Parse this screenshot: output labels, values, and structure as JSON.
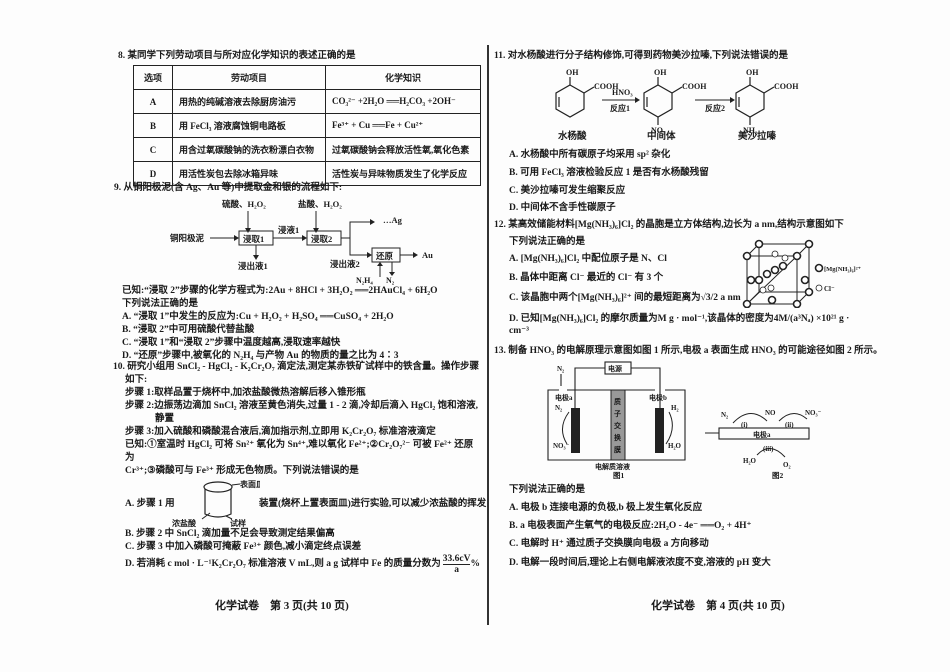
{
  "left": {
    "q8": {
      "title": "8. 某同学下列劳动项目与所对应化学知识的表述正确的是",
      "headers": [
        "选项",
        "劳动项目",
        "化学知识"
      ],
      "rows": [
        [
          "A",
          "用热的纯碱溶液去除厨房油污",
          "CO₃²⁻ +2H₂O ══H₂CO₃ +2OH⁻"
        ],
        [
          "B",
          "用 FeCl₃ 溶液腐蚀铜电路板",
          "Fe³⁺ + Cu ══Fe + Cu²⁺"
        ],
        [
          "C",
          "用含过氧碳酸钠的洗衣粉漂白衣物",
          "过氧碳酸钠会释放活性氧,氧化色素"
        ],
        [
          "D",
          "用活性炭包去除冰箱异味",
          "活性炭与异味物质发生了化学反应"
        ]
      ]
    },
    "q9": {
      "title": "9. 从铜阳极泥(含 Ag、Au 等)中提取金和银的流程如下:",
      "flow": {
        "reagent1": "硫酸、H₂O₂",
        "reagent2": "盐酸、H₂O₂",
        "start": "铜阳极泥",
        "box1": "浸取1",
        "liquid1": "浸液1",
        "box2": "浸取2",
        "ag": "…Ag",
        "out1": "浸出液1",
        "out2": "浸出液2",
        "box3": "还原",
        "au": "Au",
        "n2h4": "N₂H₄",
        "n2": "N₂"
      },
      "known": "已知:“浸取 2”步骤的化学方程式为:2Au + 8HCl + 3H₂O₂ ══2HAuCl₄ + 6H₂O",
      "prompt": "下列说法正确的是",
      "options": [
        "A. “浸取 1”中发生的反应为:Cu + H₂O₂ + H₂SO₄ ══CuSO₄ + 2H₂O",
        "B. “浸取 2”中可用硫酸代替盐酸",
        "C. “浸取 1”和“浸取 2”步骤中温度越高,浸取速率越快",
        "D. “还原”步骤中,被氧化的 N₂H₄ 与产物 Au 的物质的量之比为 4∶3"
      ]
    },
    "q10": {
      "title": "10. 研究小组用 SnCl₂ - HgCl₂ - K₂Cr₂O₇ 滴定法,测定某赤铁矿试样中的铁含量。操作步骤",
      "title2": "如下:",
      "step1": "步骤 1:取样品置于烧杯中,加浓盐酸微热溶解后移入锥形瓶",
      "step2": "步骤 2:边振荡边滴加 SnCl₂ 溶液至黄色消失,过量 1 - 2 滴,冷却后滴入 HgCl₂ 饱和溶液,",
      "step2b": "静置",
      "step3": "步骤 3:加入硫酸和磷酸混合液后,滴加指示剂,立即用 K₂Cr₂O₇ 标准溶液滴定",
      "known": "已知:①室温时 HgCl₂ 可将 Sn²⁺ 氧化为 Sn⁴⁺,难以氧化 Fe²⁺;②Cr₂O₇²⁻ 可被 Fe²⁺ 还原为",
      "known2": "Cr³⁺;③磷酸可与 Fe³⁺ 形成无色物质。下列说法错误的是",
      "beaker": {
        "top": "表面皿",
        "acid": "浓盐酸",
        "sample": "试样"
      },
      "optA1": "A. 步骤 1 用",
      "optA2": "装置(烧杯上置表面皿)进行实验,可以减少浓盐酸的挥发",
      "optB": "B. 步骤 2 中 SnCl₂ 滴加量不足会导致测定结果偏高",
      "optC": "C. 步骤 3 中加入磷酸可掩蔽 Fe³⁺ 颜色,减小滴定终点误差",
      "optD": "D. 若消耗 c mol · L⁻¹K₂Cr₂O₇ 标准溶液 V mL,则 a g 试样中 Fe 的质量分数为",
      "optD_num": "33.6cV",
      "optD_den": "a",
      "optD_unit": "%"
    },
    "footer": "化学试卷　第 3 页(共 10 页)"
  },
  "right": {
    "q11": {
      "title": "11. 对水杨酸进行分子结构修饰,可得到药物美沙拉嗪,下列说法错误的是",
      "oh": "OH",
      "cooh": "COOH",
      "no2": "NO₂",
      "nh2": "NH₂",
      "hno3": "HNO₃",
      "r1": "反应1",
      "r2": "反应2",
      "names": [
        "水杨酸",
        "中间体",
        "美沙拉嗪"
      ],
      "options": [
        "A. 水杨酸中所有碳原子均采用 sp² 杂化",
        "B. 可用 FeCl₃ 溶液检验反应 1 是否有水杨酸残留",
        "C. 美沙拉嗪可发生缩聚反应",
        "D. 中间体不含手性碳原子"
      ]
    },
    "q12": {
      "title": "12. 某高效储能材料[Mg(NH₃)₆]Cl₂ 的晶胞是立方体结构,边长为 a nm,结构示意图如下",
      "prompt": "下列说法正确的是",
      "legend1": "[Mg(NH₃)₆]²⁺",
      "legend2": "Cl⁻",
      "options": [
        "A. [Mg(NH₃)₆]Cl₂ 中配位原子是 N、Cl",
        "B. 晶体中距离 Cl⁻ 最近的 Cl⁻ 有 3 个",
        "C. 该晶胞中两个[Mg(NH₃)₆]²⁺ 间的最短距离为√3/2 a nm",
        "D. 已知[Mg(NH₃)₆]Cl₂ 的摩尔质量为M g · mol⁻¹,该晶体的密度为4M/(a³Nₐ) ×10²¹ g · cm⁻³"
      ]
    },
    "q13": {
      "title": "13. 制备 HNO₃ 的电解原理示意图如图 1 所示,电极 a 表面生成 HNO₃ 的可能途径如图 2 所示。",
      "fig1": {
        "power": "电源",
        "n2in": "N₂",
        "ea": "电极a",
        "eb": "电极b",
        "n2": "N₂",
        "h2": "H₂",
        "no3": "NO₃⁻",
        "h2o": "H₂O",
        "membrane": [
          "质",
          "子",
          "交",
          "换",
          "膜"
        ],
        "electrolyte": "电解质溶液",
        "label": "图1"
      },
      "fig2": {
        "n2": "N₂",
        "no": "NO",
        "no3": "NO₃⁻",
        "i": "(i)",
        "ii": "(ii)",
        "iii": "(iii)",
        "electrode": "电极a",
        "h2o": "H₂O",
        "o2": "O₂",
        "label": "图2"
      },
      "prompt": "下列说法正确的是",
      "options": [
        "A. 电极 b 连接电源的负极,b 极上发生氧化反应",
        "B. a 电极表面产生氧气的电极反应:2H₂O - 4e⁻ ══O₂ + 4H⁺",
        "C. 电解时 H⁺ 通过质子交换膜向电极 a 方向移动",
        "D. 电解一段时间后,理论上右侧电解液浓度不变,溶液的 pH 变大"
      ]
    },
    "footer": "化学试卷　第 4 页(共 10 页)"
  }
}
